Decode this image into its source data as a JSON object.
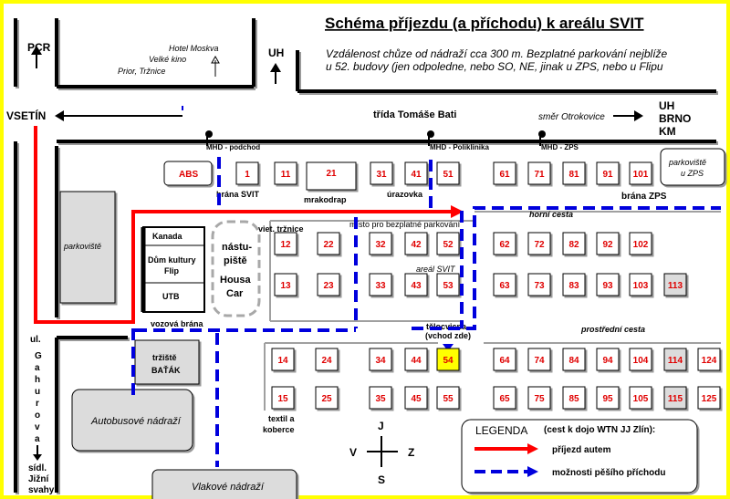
{
  "title": "Schéma příjezdu (a příchodu) k areálu SVIT",
  "subtitle_line1": "Vzdálenost chůze od nádraží cca 300 m. Bezplatné parkování nejblíže",
  "subtitle_line2": "u 52. budovy (jen odpoledne, nebo SO, NE, jinak u ZPS, nebo u Flipu",
  "directions": {
    "pcr": "PCR",
    "uh": "UH",
    "vsetin": "VSETÍN",
    "uh_brno_km": [
      "UH",
      "BRNO",
      "KM"
    ],
    "otrokovice": "směr Otrokovice"
  },
  "landmarks_north": [
    "Hotel Moskva",
    "Velké kino",
    "Prior, Tržnice"
  ],
  "street": "třída Tomáše Bati",
  "mhd_stops": [
    "MHD - podchod",
    "MHD - Poliklinika",
    "MHD - ZPS"
  ],
  "labels": {
    "abs": "ABS",
    "mrakodrap": "mrakodrap",
    "urazovka": "úrazovka",
    "brana_svit": "brána SVIT",
    "brana_zps": "brána ZPS",
    "parkoviste_zps": [
      "parkoviště",
      "u ZPS"
    ],
    "parkoviste": "parkoviště",
    "horni_cesta": "horní cesta",
    "viet_trznice": "viet. tržnice",
    "parking_free": "místo pro bezplatné parkování",
    "areal_svit": "areál SVIT",
    "prostredni_cesta": "prostřední cesta",
    "telocvicna": [
      "tělocvicna",
      "(vchod zde)"
    ],
    "vozova_brana": "vozová brána",
    "kanada": "Kanada",
    "dum_kultury": [
      "Dům kultury",
      "Flip"
    ],
    "utb": "UTB",
    "nastupiste": [
      "nástu-",
      "piště",
      "Housa",
      "Car"
    ],
    "trziste": [
      "tržiště",
      "BAŤÁK"
    ],
    "autobusove": "Autobusové nádraží",
    "vlakove": "Vlakové nádraží",
    "ul_gahurova": [
      "ul.",
      "G",
      "a",
      "h",
      "u",
      "r",
      "o",
      "v",
      "a"
    ],
    "sidl": [
      "sídl.",
      "Jižní",
      "svahy"
    ],
    "textil": [
      "textil a",
      "koberce"
    ]
  },
  "compass": {
    "n": "J",
    "s": "S",
    "w": "V",
    "e": "Z"
  },
  "legend": {
    "title": "LEGENDA",
    "note": "(cest k dojo WTN JJ Zlín):",
    "car": "příjezd autem",
    "walk": "možnosti pěšího příchodu"
  },
  "buildings": {
    "row1": [
      "1",
      "11",
      "21",
      "31",
      "41",
      "51",
      "61",
      "71",
      "81",
      "91",
      "101"
    ],
    "row2": [
      "12",
      "22",
      "32",
      "42",
      "52",
      "62",
      "72",
      "82",
      "92",
      "102"
    ],
    "row3": [
      "13",
      "23",
      "33",
      "43",
      "53",
      "63",
      "73",
      "83",
      "93",
      "103",
      "113"
    ],
    "row4": [
      "14",
      "24",
      "34",
      "44",
      "54",
      "64",
      "74",
      "84",
      "94",
      "104",
      "114",
      "124"
    ],
    "row5": [
      "15",
      "25",
      "35",
      "45",
      "55",
      "65",
      "75",
      "85",
      "95",
      "105",
      "115",
      "125"
    ],
    "highlight": "54"
  },
  "colors": {
    "frame": "#ffff00",
    "building_text": "#e00000",
    "car_route": "#ff0000",
    "walk_route": "#0000dd",
    "highlight": "#ffff00",
    "gray": "#dcdcdc"
  }
}
